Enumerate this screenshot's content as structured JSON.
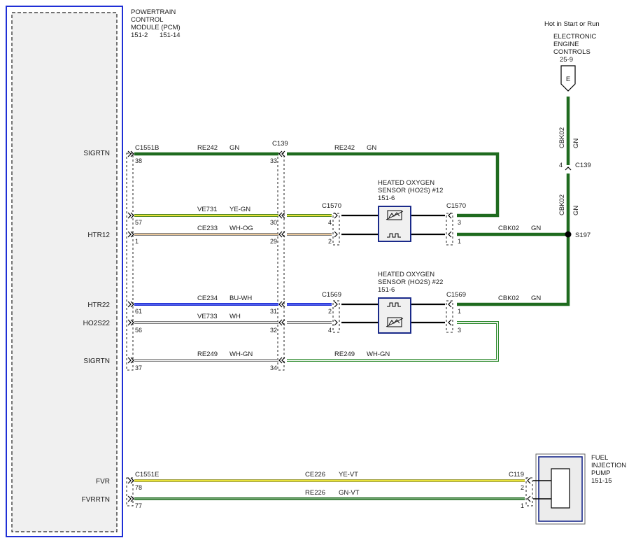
{
  "pcm": {
    "title_lines": [
      "POWERTRAIN",
      "CONTROL",
      "MODULE (PCM)"
    ],
    "refs": [
      "151-2",
      "151-14"
    ],
    "border_color": "#1f2fd6"
  },
  "pins": {
    "sigrtn_top": "SIGRTN",
    "htr12": "HTR12",
    "htr22": "HTR22",
    "ho2s22": "HO2S22",
    "sigrtn_bottom": "SIGRTN",
    "fvr": "FVR",
    "fvrrtn": "FVRRTN"
  },
  "connectors": {
    "c1551b": "C1551B",
    "c1551e": "C1551E",
    "c139": "C139",
    "c1570_left": "C1570",
    "c1570_right": "C1570",
    "c1569_left": "C1569",
    "c1569_right": "C1569",
    "c119": "C119",
    "c139_right": "C139",
    "s197": "S197"
  },
  "pin_numbers": {
    "p38": "38",
    "p33": "33",
    "p57": "57",
    "p30": "30",
    "p4a": "4",
    "p3a": "3",
    "p1a": "1",
    "p29": "29",
    "p2a": "2",
    "p1b": "1",
    "p61": "61",
    "p31": "31",
    "p2b": "2",
    "p1c": "1",
    "p56": "56",
    "p32": "32",
    "p4b": "4",
    "p3b": "3",
    "p37": "37",
    "p34": "34",
    "p78": "78",
    "p2c": "2",
    "p77": "77",
    "p1d": "1",
    "p4_right": "4"
  },
  "wires": {
    "re242_left": {
      "circuit": "RE242",
      "color": "GN"
    },
    "re242_right": {
      "circuit": "RE242",
      "color": "GN"
    },
    "ve731": {
      "circuit": "VE731",
      "color": "YE-GN"
    },
    "ce233": {
      "circuit": "CE233",
      "color": "WH-OG"
    },
    "cbk02_s1": {
      "circuit": "CBK02",
      "color": "GN"
    },
    "ce234": {
      "circuit": "CE234",
      "color": "BU-WH"
    },
    "cbk02_s2": {
      "circuit": "CBK02",
      "color": "GN"
    },
    "ve733": {
      "circuit": "VE733",
      "color": "WH"
    },
    "re249_left": {
      "circuit": "RE249",
      "color": "WH-GN"
    },
    "re249_right": {
      "circuit": "RE249",
      "color": "WH-GN"
    },
    "ce226": {
      "circuit": "CE226",
      "color": "YE-VT"
    },
    "re226": {
      "circuit": "RE226",
      "color": "GN-VT"
    },
    "cbk02_vert_top": {
      "circuit": "CBK02",
      "color": "GN"
    },
    "cbk02_vert_mid": {
      "circuit": "CBK02",
      "color": "GN"
    }
  },
  "sensor1": {
    "title_lines": [
      "HEATED OXYGEN",
      "SENSOR (HO2S) #12"
    ],
    "ref": "151-6"
  },
  "sensor2": {
    "title_lines": [
      "HEATED OXYGEN",
      "SENSOR (HO2S) #22"
    ],
    "ref": "151-6"
  },
  "power": {
    "hot_label": "Hot in Start or Run",
    "title_lines": [
      "ELECTRONIC",
      "ENGINE",
      "CONTROLS"
    ],
    "ref": "25-9",
    "terminal": "E"
  },
  "pump": {
    "title_lines": [
      "FUEL",
      "INJECTION",
      "PUMP"
    ],
    "ref": "151-15"
  },
  "colors": {
    "green": "#1f6b1f",
    "yellow": "#e8e23a",
    "blue": "#1c2bd0",
    "orange_tint": "#e9c79a",
    "black": "#000000",
    "sensor_border": "#1a2a8a"
  }
}
